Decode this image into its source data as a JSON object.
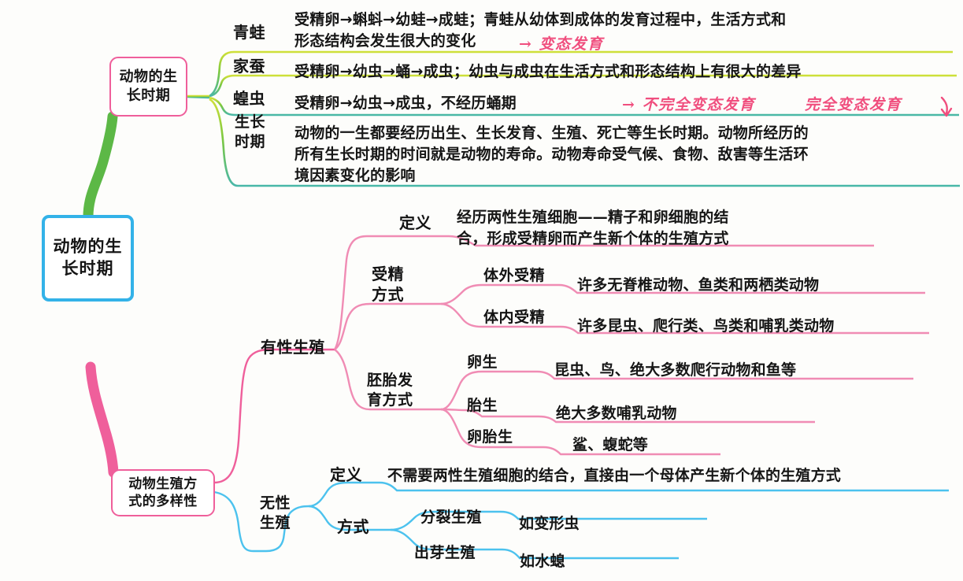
{
  "colors": {
    "green": "#5cb846",
    "green_edge": "#c9d92e",
    "blue": "#4cc2ee",
    "pink": "#ef5f9b",
    "pink_light": "#f490b8",
    "red_ink": "#f04e7e",
    "root_border": "#33b2e8"
  },
  "root": {
    "label": "动物的生\n长时期"
  },
  "growth_node": {
    "label": "动物的生\n长时期"
  },
  "repro_node": {
    "label": "动物生殖方\n式的多样性"
  },
  "growth_items": [
    {
      "label": "青蛙",
      "text": "受精卵→蝌蚪→幼蛙→成蛙；青蛙从幼体到成体的发育过程中，生活方式和\n形态结构会发生很大的变化",
      "annotation": "→ 变态发育"
    },
    {
      "label": "家蚕",
      "text": "受精卵→幼虫→蛹→成虫；幼虫与成虫在生活方式和形态结构上有很大的差异",
      "annotation": ""
    },
    {
      "label": "蝗虫",
      "text": "受精卵→幼虫→成虫，不经历蛹期",
      "annotation": "→ 不完全变态发育",
      "annotation2": "完全变态发育"
    },
    {
      "label": "生长\n时期",
      "text": "动物的一生都要经历出生、生长发育、生殖、死亡等生长时期。动物所经历的\n所有生长时期的时间就是动物的寿命。动物寿命受气候、食物、敌害等生活环\n境因素变化的影响",
      "annotation": ""
    }
  ],
  "sexual": {
    "label": "有性生殖",
    "definition_label": "定义",
    "definition_text": "经历两性生殖细胞——精子和卵细胞的结\n合，形成受精卵而产生新个体的生殖方式",
    "fertilization_label": "受精\n方式",
    "fertilization_items": [
      {
        "label": "体外受精",
        "text": "许多无脊椎动物、鱼类和两栖类动物"
      },
      {
        "label": "体内受精",
        "text": "许多昆虫、爬行类、鸟类和哺乳类动物"
      }
    ],
    "embryo_label": "胚胎发\n育方式",
    "embryo_items": [
      {
        "label": "卵生",
        "text": "昆虫、鸟、绝大多数爬行动物和鱼等"
      },
      {
        "label": "胎生",
        "text": "绝大多数哺乳动物"
      },
      {
        "label": "卵胎生",
        "text": "鲨、蝮蛇等"
      }
    ]
  },
  "asexual": {
    "label": "无性\n生殖",
    "definition_label": "定义",
    "definition_text": "不需要两性生殖细胞的结合，直接由一个母体产生新个体的生殖方式",
    "mode_label": "方式",
    "mode_items": [
      {
        "label": "分裂生殖",
        "text": "如变形虫"
      },
      {
        "label": "出芽生殖",
        "text": "如水螅"
      }
    ]
  }
}
